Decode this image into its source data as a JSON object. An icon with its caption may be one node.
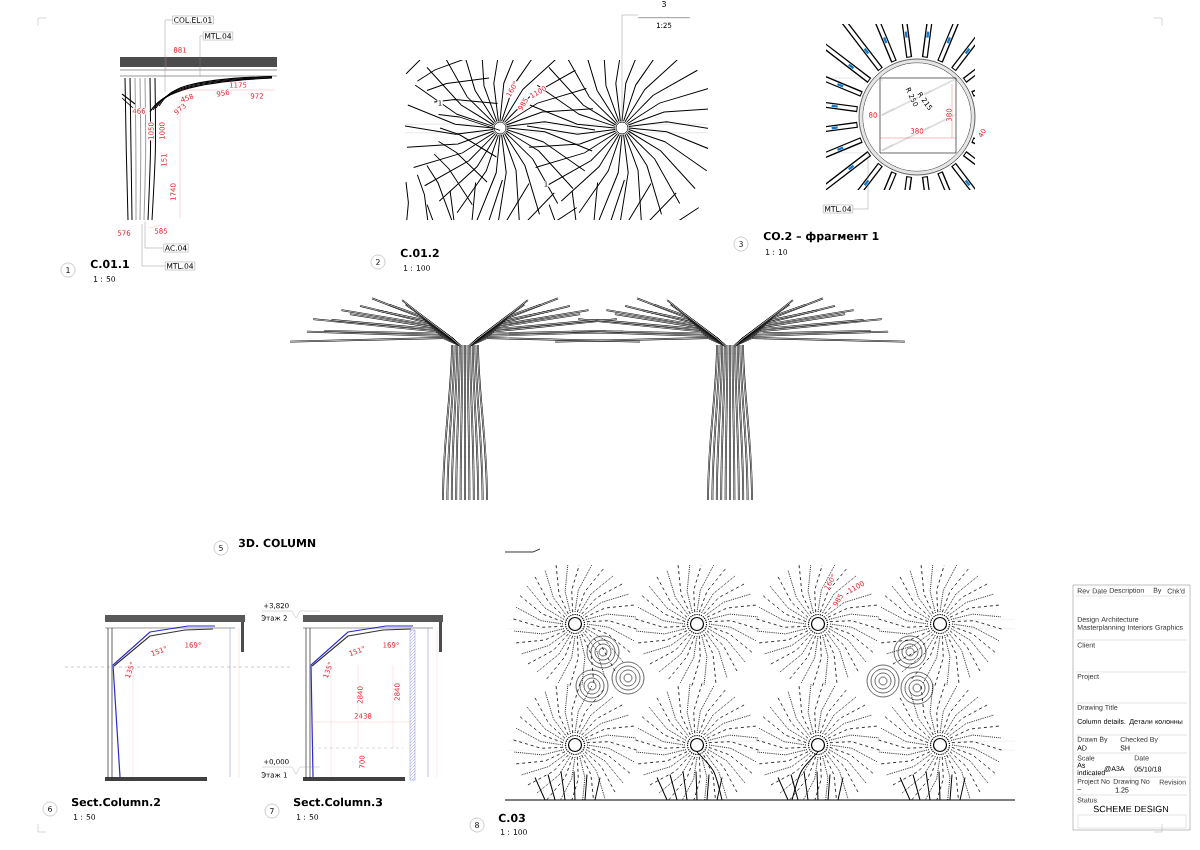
{
  "diagram": {
    "nodes": [
      {
        "text": [
          "COL.EL.01"
        ]
      },
      {
        "text": [
          "MTL.04"
        ]
      },
      {
        "text": [
          "AC.04"
        ]
      },
      {
        "text": [
          "MTL.04"
        ]
      },
      {
        "text": [
          "3",
          "1:25"
        ]
      },
      {
        "text": [
          "MTL.04"
        ]
      },
      {
        "text": [],
        "shape": "circle"
      }
    ],
    "edges": [
      {
        "from": 0,
        "to": null,
        "arrow": "none"
      },
      {
        "from": 1,
        "to": null,
        "arrow": "none"
      },
      {
        "from": 2,
        "to": null,
        "arrow": "none"
      },
      {
        "from": 3,
        "to": null,
        "arrow": "none"
      },
      {
        "from": 4,
        "to": 6,
        "arrow": "none"
      },
      {
        "from": 5,
        "to": null,
        "arrow": "none"
      }
    ],
    "labels": [
      "881",
      "458",
      "956",
      "1175",
      "972",
      "466",
      "973",
      "1050",
      "1000",
      "151",
      "1740",
      "576",
      "585",
      "1",
      "C.01.1",
      "1 : 50",
      "1",
      "160°",
      "985",
      "1100",
      "1",
      "2",
      "C.01.2",
      "1 : 100",
      "R 250",
      "R 215",
      "80",
      "380",
      "380",
      "40",
      "3",
      "CO.2 – фрагмент 1",
      "1 : 10",
      "5",
      "3D. COLUMN",
      "151°",
      "169°",
      "135°",
      "6",
      "Sect.Column.2",
      "1 : 50",
      "+3,820",
      "Этаж 2",
      "+0,000",
      "Этаж 1",
      "151°",
      "169°",
      "135°",
      "2840",
      "2840",
      "2438",
      "700",
      "7",
      "Sect.Column.3",
      "1 : 50",
      "160°",
      "985",
      "1100",
      "8",
      "C.03",
      "1 : 100",
      "Rev",
      "Date",
      "Description",
      "By",
      "Chk'd",
      "Design Architecture Masterplanning Interiors Graphics",
      "Client",
      "Project",
      "Drawing Title",
      "Column details. Детали колонны",
      "Drawn By",
      "AD",
      "Checked By",
      "SH",
      "Scale",
      "As indicated",
      "@A3A",
      "Date",
      "05/10/18",
      "Project No",
      "–",
      "Drawing No",
      "1.25",
      "Revision",
      "Status",
      "SCHEME DESIGN"
    ]
  }
}
